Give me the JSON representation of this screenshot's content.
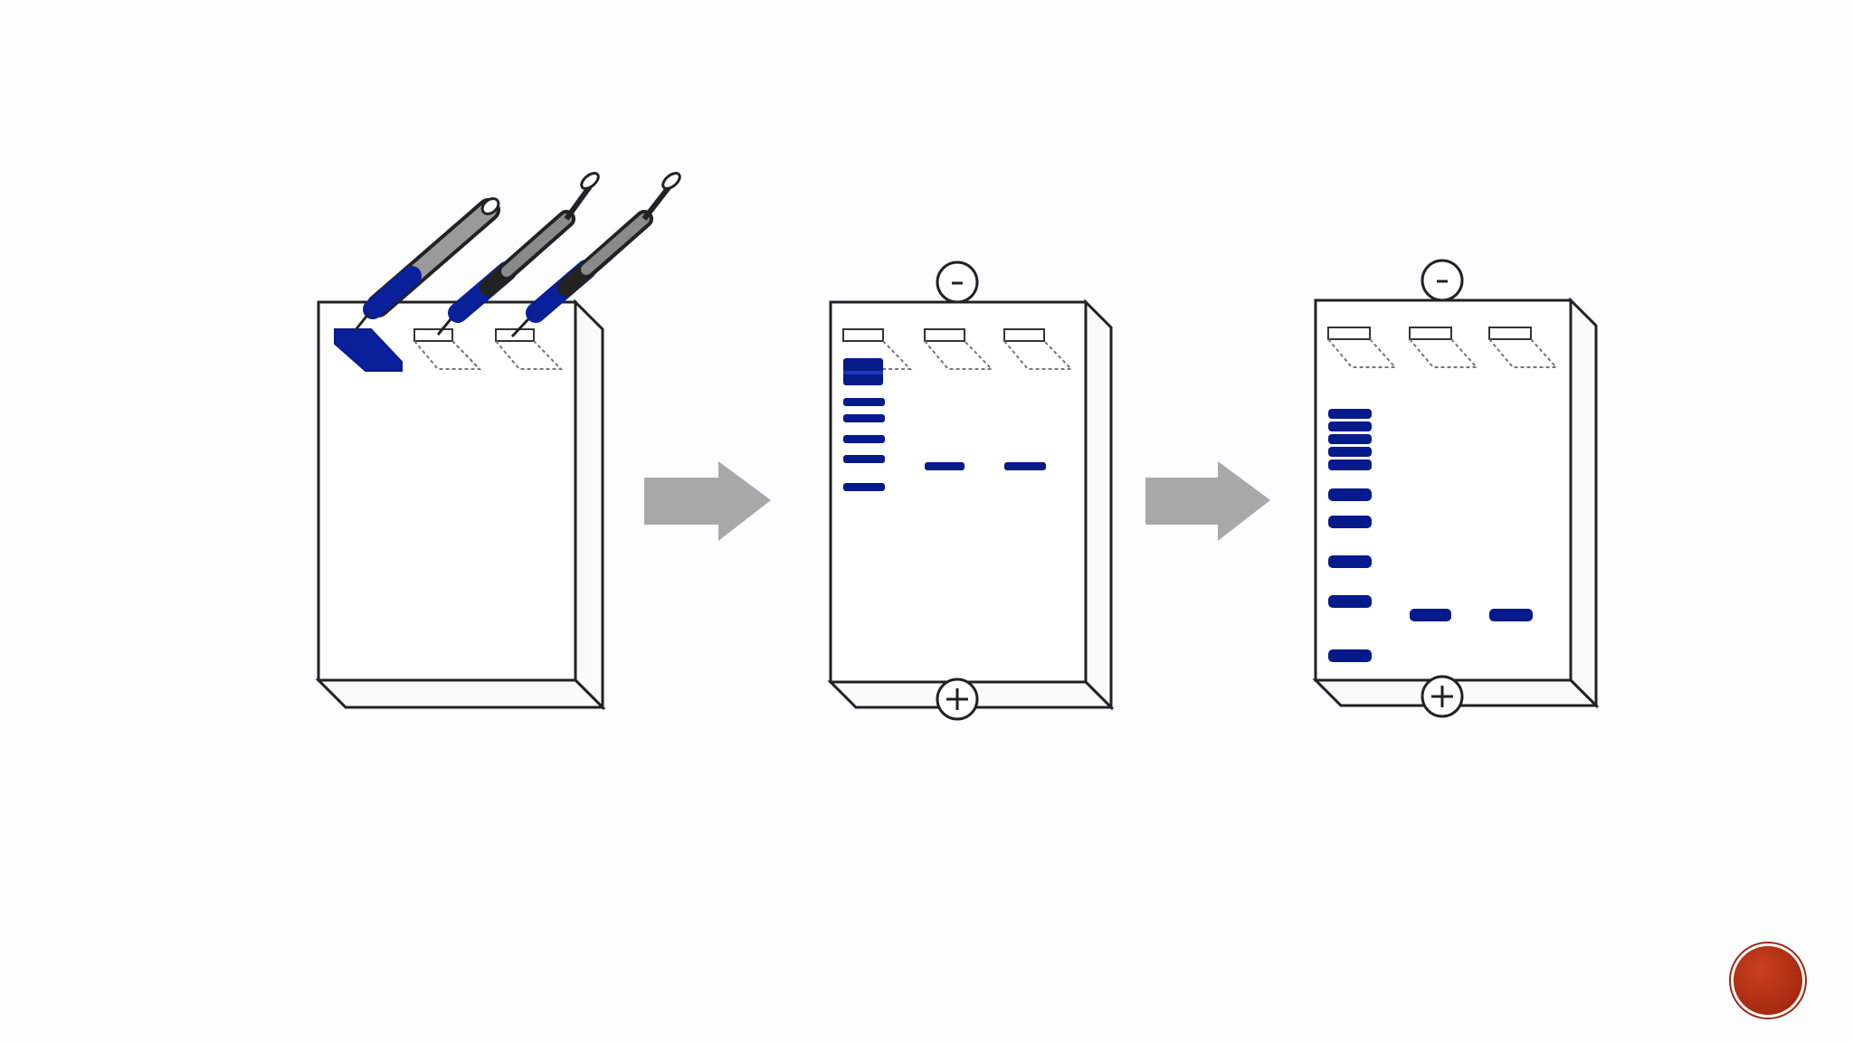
{
  "slide": {
    "background": "#fdfcfe",
    "accent_badge_color": "#b2321a",
    "page_number": ""
  },
  "diagram": {
    "band_color": "#061a8c",
    "gel_outline_color": "#222222",
    "arrow_color": "#a8a8a8",
    "panels": [
      {
        "step": "load-samples",
        "lanes": 3,
        "electrodes": false
      },
      {
        "step": "early-run",
        "electrodes": true,
        "cathode_symbol": "-",
        "anode_symbol": "+"
      },
      {
        "step": "late-run",
        "electrodes": true,
        "cathode_symbol": "-",
        "anode_symbol": "+"
      }
    ],
    "connectors": [
      "arrow-right-icon",
      "arrow-right-icon"
    ]
  }
}
